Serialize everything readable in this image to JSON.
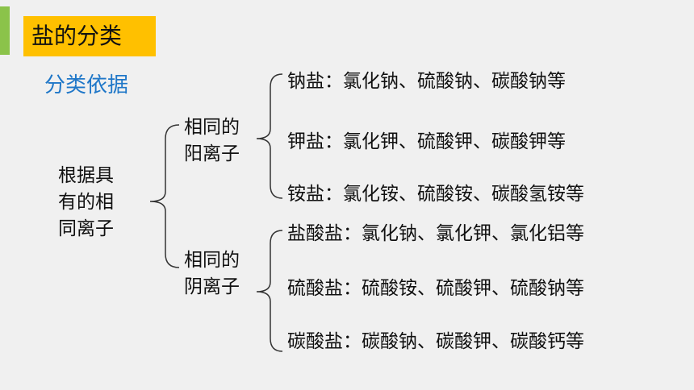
{
  "slide": {
    "title": "盐的分类",
    "subtitle": "分类依据",
    "root": [
      "根据具",
      "有的相",
      "同离子"
    ],
    "groups": [
      {
        "label": [
          "相同的",
          "阳离子"
        ],
        "items": [
          "钠盐：氯化钠、硫酸钠、碳酸钠等",
          "钾盐：氯化钾、硫酸钾、碳酸钾等",
          "铵盐：氯化铵、硫酸铵、碳酸氢铵等"
        ]
      },
      {
        "label": [
          "相同的",
          "阴离子"
        ],
        "items": [
          "盐酸盐：氯化钠、氯化钾、氯化铝等",
          "硫酸盐：硫酸铵、硫酸钾、硫酸钠等",
          "碳酸盐：碳酸钠、碳酸钾、碳酸钙等"
        ]
      }
    ],
    "colors": {
      "title_bg": "#ffc000",
      "accent_bar": "#8bc34a",
      "subtitle": "#1f77c8",
      "background": "#f0f0f0"
    }
  }
}
